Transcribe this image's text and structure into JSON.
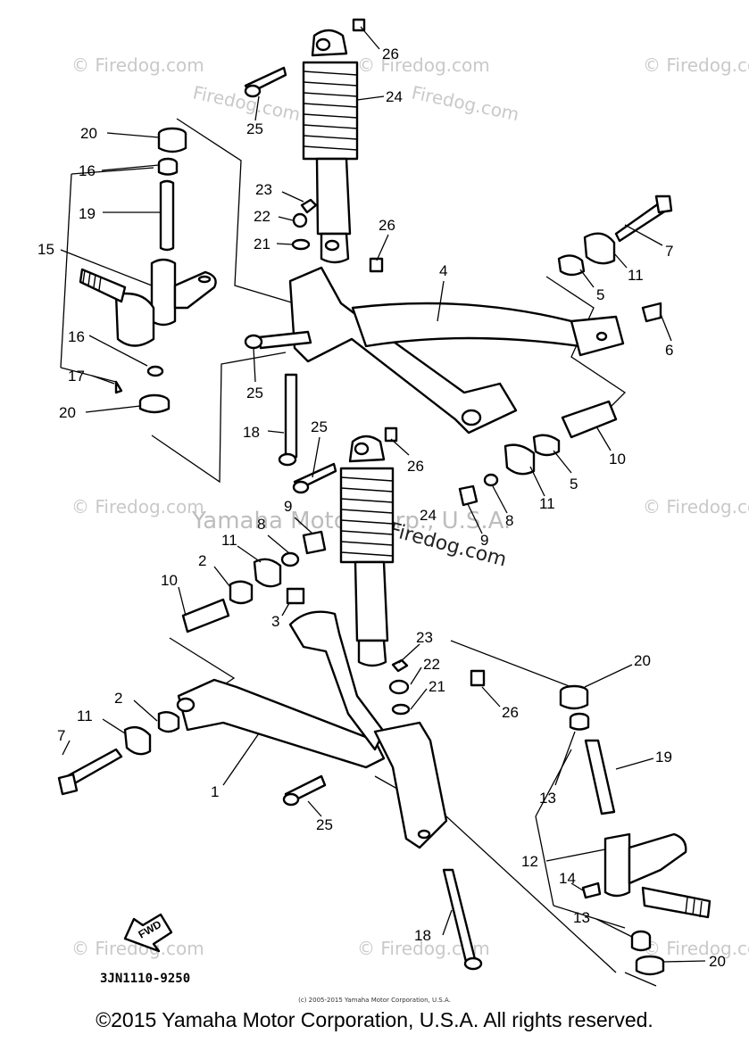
{
  "diagram": {
    "part_code": "3JN1110-9250",
    "direction_label": "FWD",
    "center_watermark": "Yamaha Motor Corp., U.S.A.",
    "watermarks": [
      "© Firedog.com",
      "Firedog.com"
    ],
    "callouts": [
      {
        "id": "c20a",
        "text": "20"
      },
      {
        "id": "c16a",
        "text": "16"
      },
      {
        "id": "c19a",
        "text": "19"
      },
      {
        "id": "c15",
        "text": "15"
      },
      {
        "id": "c16b",
        "text": "16"
      },
      {
        "id": "c17",
        "text": "17"
      },
      {
        "id": "c20b",
        "text": "20"
      },
      {
        "id": "c26a",
        "text": "26"
      },
      {
        "id": "c25a",
        "text": "25"
      },
      {
        "id": "c24a",
        "text": "24"
      },
      {
        "id": "c23a",
        "text": "23"
      },
      {
        "id": "c22a",
        "text": "22"
      },
      {
        "id": "c21a",
        "text": "21"
      },
      {
        "id": "c26b",
        "text": "26"
      },
      {
        "id": "c4",
        "text": "4"
      },
      {
        "id": "c7a",
        "text": "7"
      },
      {
        "id": "c11a",
        "text": "11"
      },
      {
        "id": "c5a",
        "text": "5"
      },
      {
        "id": "c6",
        "text": "6"
      },
      {
        "id": "c25b",
        "text": "25"
      },
      {
        "id": "c18a",
        "text": "18"
      },
      {
        "id": "c25c",
        "text": "25"
      },
      {
        "id": "c26c",
        "text": "26"
      },
      {
        "id": "c10a",
        "text": "10"
      },
      {
        "id": "c5b",
        "text": "5"
      },
      {
        "id": "c11b",
        "text": "11"
      },
      {
        "id": "c8a",
        "text": "8"
      },
      {
        "id": "c9a",
        "text": "9"
      },
      {
        "id": "c24b",
        "text": "24"
      },
      {
        "id": "c9b",
        "text": "9"
      },
      {
        "id": "c8b",
        "text": "8"
      },
      {
        "id": "c11c",
        "text": "11"
      },
      {
        "id": "c2a",
        "text": "2"
      },
      {
        "id": "c10b",
        "text": "10"
      },
      {
        "id": "c3",
        "text": "3"
      },
      {
        "id": "c23b",
        "text": "23"
      },
      {
        "id": "c22b",
        "text": "22"
      },
      {
        "id": "c21b",
        "text": "21"
      },
      {
        "id": "c26d",
        "text": "26"
      },
      {
        "id": "c20c",
        "text": "20"
      },
      {
        "id": "c2b",
        "text": "2"
      },
      {
        "id": "c11d",
        "text": "11"
      },
      {
        "id": "c7b",
        "text": "7"
      },
      {
        "id": "c1",
        "text": "1"
      },
      {
        "id": "c25d",
        "text": "25"
      },
      {
        "id": "c13a",
        "text": "13"
      },
      {
        "id": "c19b",
        "text": "19"
      },
      {
        "id": "c12",
        "text": "12"
      },
      {
        "id": "c14",
        "text": "14"
      },
      {
        "id": "c13b",
        "text": "13"
      },
      {
        "id": "c18b",
        "text": "18"
      },
      {
        "id": "c20d",
        "text": "20"
      }
    ]
  },
  "copyright_small": "(c) 2005-2015 Yamaha Motor Corporation, U.S.A.",
  "copyright_footer": "©2015 Yamaha Motor Corporation, U.S.A. All rights reserved."
}
